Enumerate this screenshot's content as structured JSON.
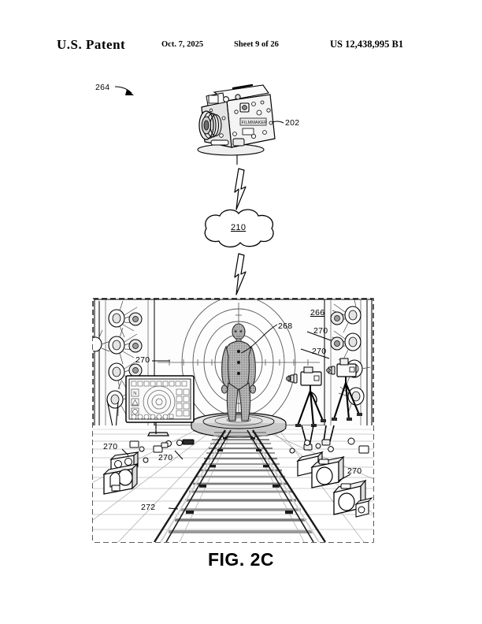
{
  "header": {
    "office": "U.S. Patent",
    "date": "Oct. 7, 2025",
    "sheet": "Sheet 9 of 26",
    "patent_number": "US 12,438,995 B1"
  },
  "figure": {
    "caption": "FIG. 2C"
  },
  "labels": {
    "system": "264",
    "camera": "202",
    "cloud": "210",
    "stage": "266",
    "subject": "268",
    "equipment_a": "270",
    "equipment_b": "270",
    "equipment_c": "270",
    "equipment_d": "270",
    "equipment_e": "270",
    "track": "272"
  },
  "camera_body": {
    "brand_text": "FILMMAKER"
  },
  "icons": {
    "arrow": "arrow-icon",
    "lightning_up": "lightning-bolt-icon",
    "lightning_down": "lightning-bolt-icon",
    "cloud": "cloud-icon",
    "camera": "camera-icon",
    "monitor": "monitor-icon",
    "studio_light": "studio-light-icon",
    "tripod_camera": "tripod-camera-icon",
    "turntable": "turntable-icon",
    "human_subject": "human-figure-icon",
    "railroad_track": "railroad-track-icon",
    "equipment_box": "equipment-box-icon"
  },
  "colors": {
    "ink": "#000000",
    "paper": "#ffffff",
    "figure_fill_light": "#f2f2f2",
    "figure_fill_mid": "#c8c8c8",
    "figure_fill_dark": "#8a8a8a"
  }
}
